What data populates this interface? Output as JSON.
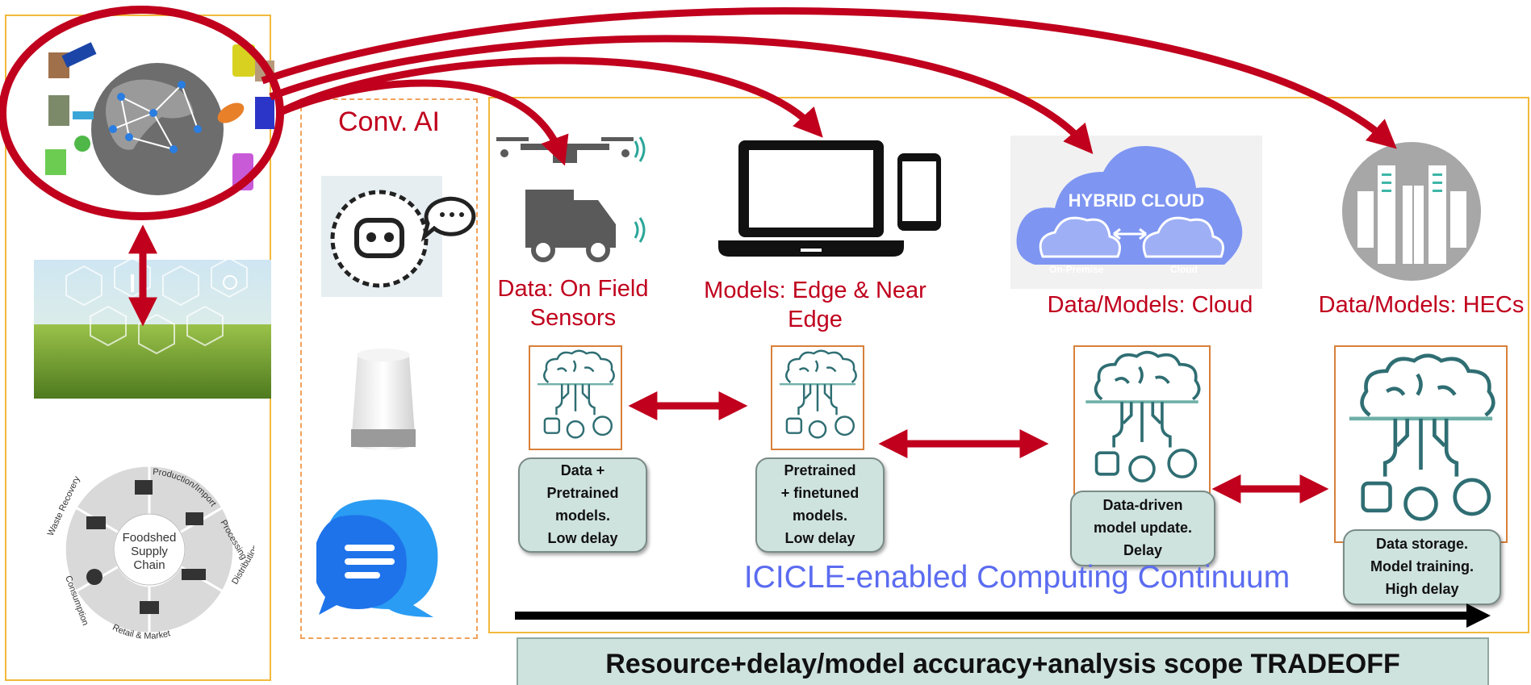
{
  "conv_ai_title": "Conv. AI",
  "tiers": [
    {
      "label": "Data: On Field\nSensors"
    },
    {
      "label": "Models: Edge & Near\nEdge"
    },
    {
      "label": "Data/Models: Cloud"
    },
    {
      "label": "Data/Models: HECs"
    }
  ],
  "callouts": [
    "Data +\nPretrained\nmodels.\nLow delay",
    "Pretrained\n+ finetuned\nmodels.\nLow delay",
    "Data-driven\nmodel update.\nDelay",
    "Data storage.\nModel training.\nHigh delay"
  ],
  "hybrid_cloud": {
    "title": "HYBRID CLOUD",
    "left": "On-Premise",
    "right": "Cloud"
  },
  "continuum_label": "ICICLE-enabled Computing Continuum",
  "tradeoff_label": "Resource+delay/model accuracy+analysis scope TRADEOFF",
  "supply_chain": {
    "center": "Foodshed\nSupply\nChain",
    "stages": [
      "Production/Import",
      "Processing",
      "Distribution",
      "Retail & Market",
      "Consumption",
      "Waste Recovery"
    ]
  },
  "colors": {
    "accent_red": "#c0001d",
    "panel_orange": "#f2b93b",
    "callout_fill": "#cfe3de",
    "continuum_blue": "#5b6cf0"
  }
}
